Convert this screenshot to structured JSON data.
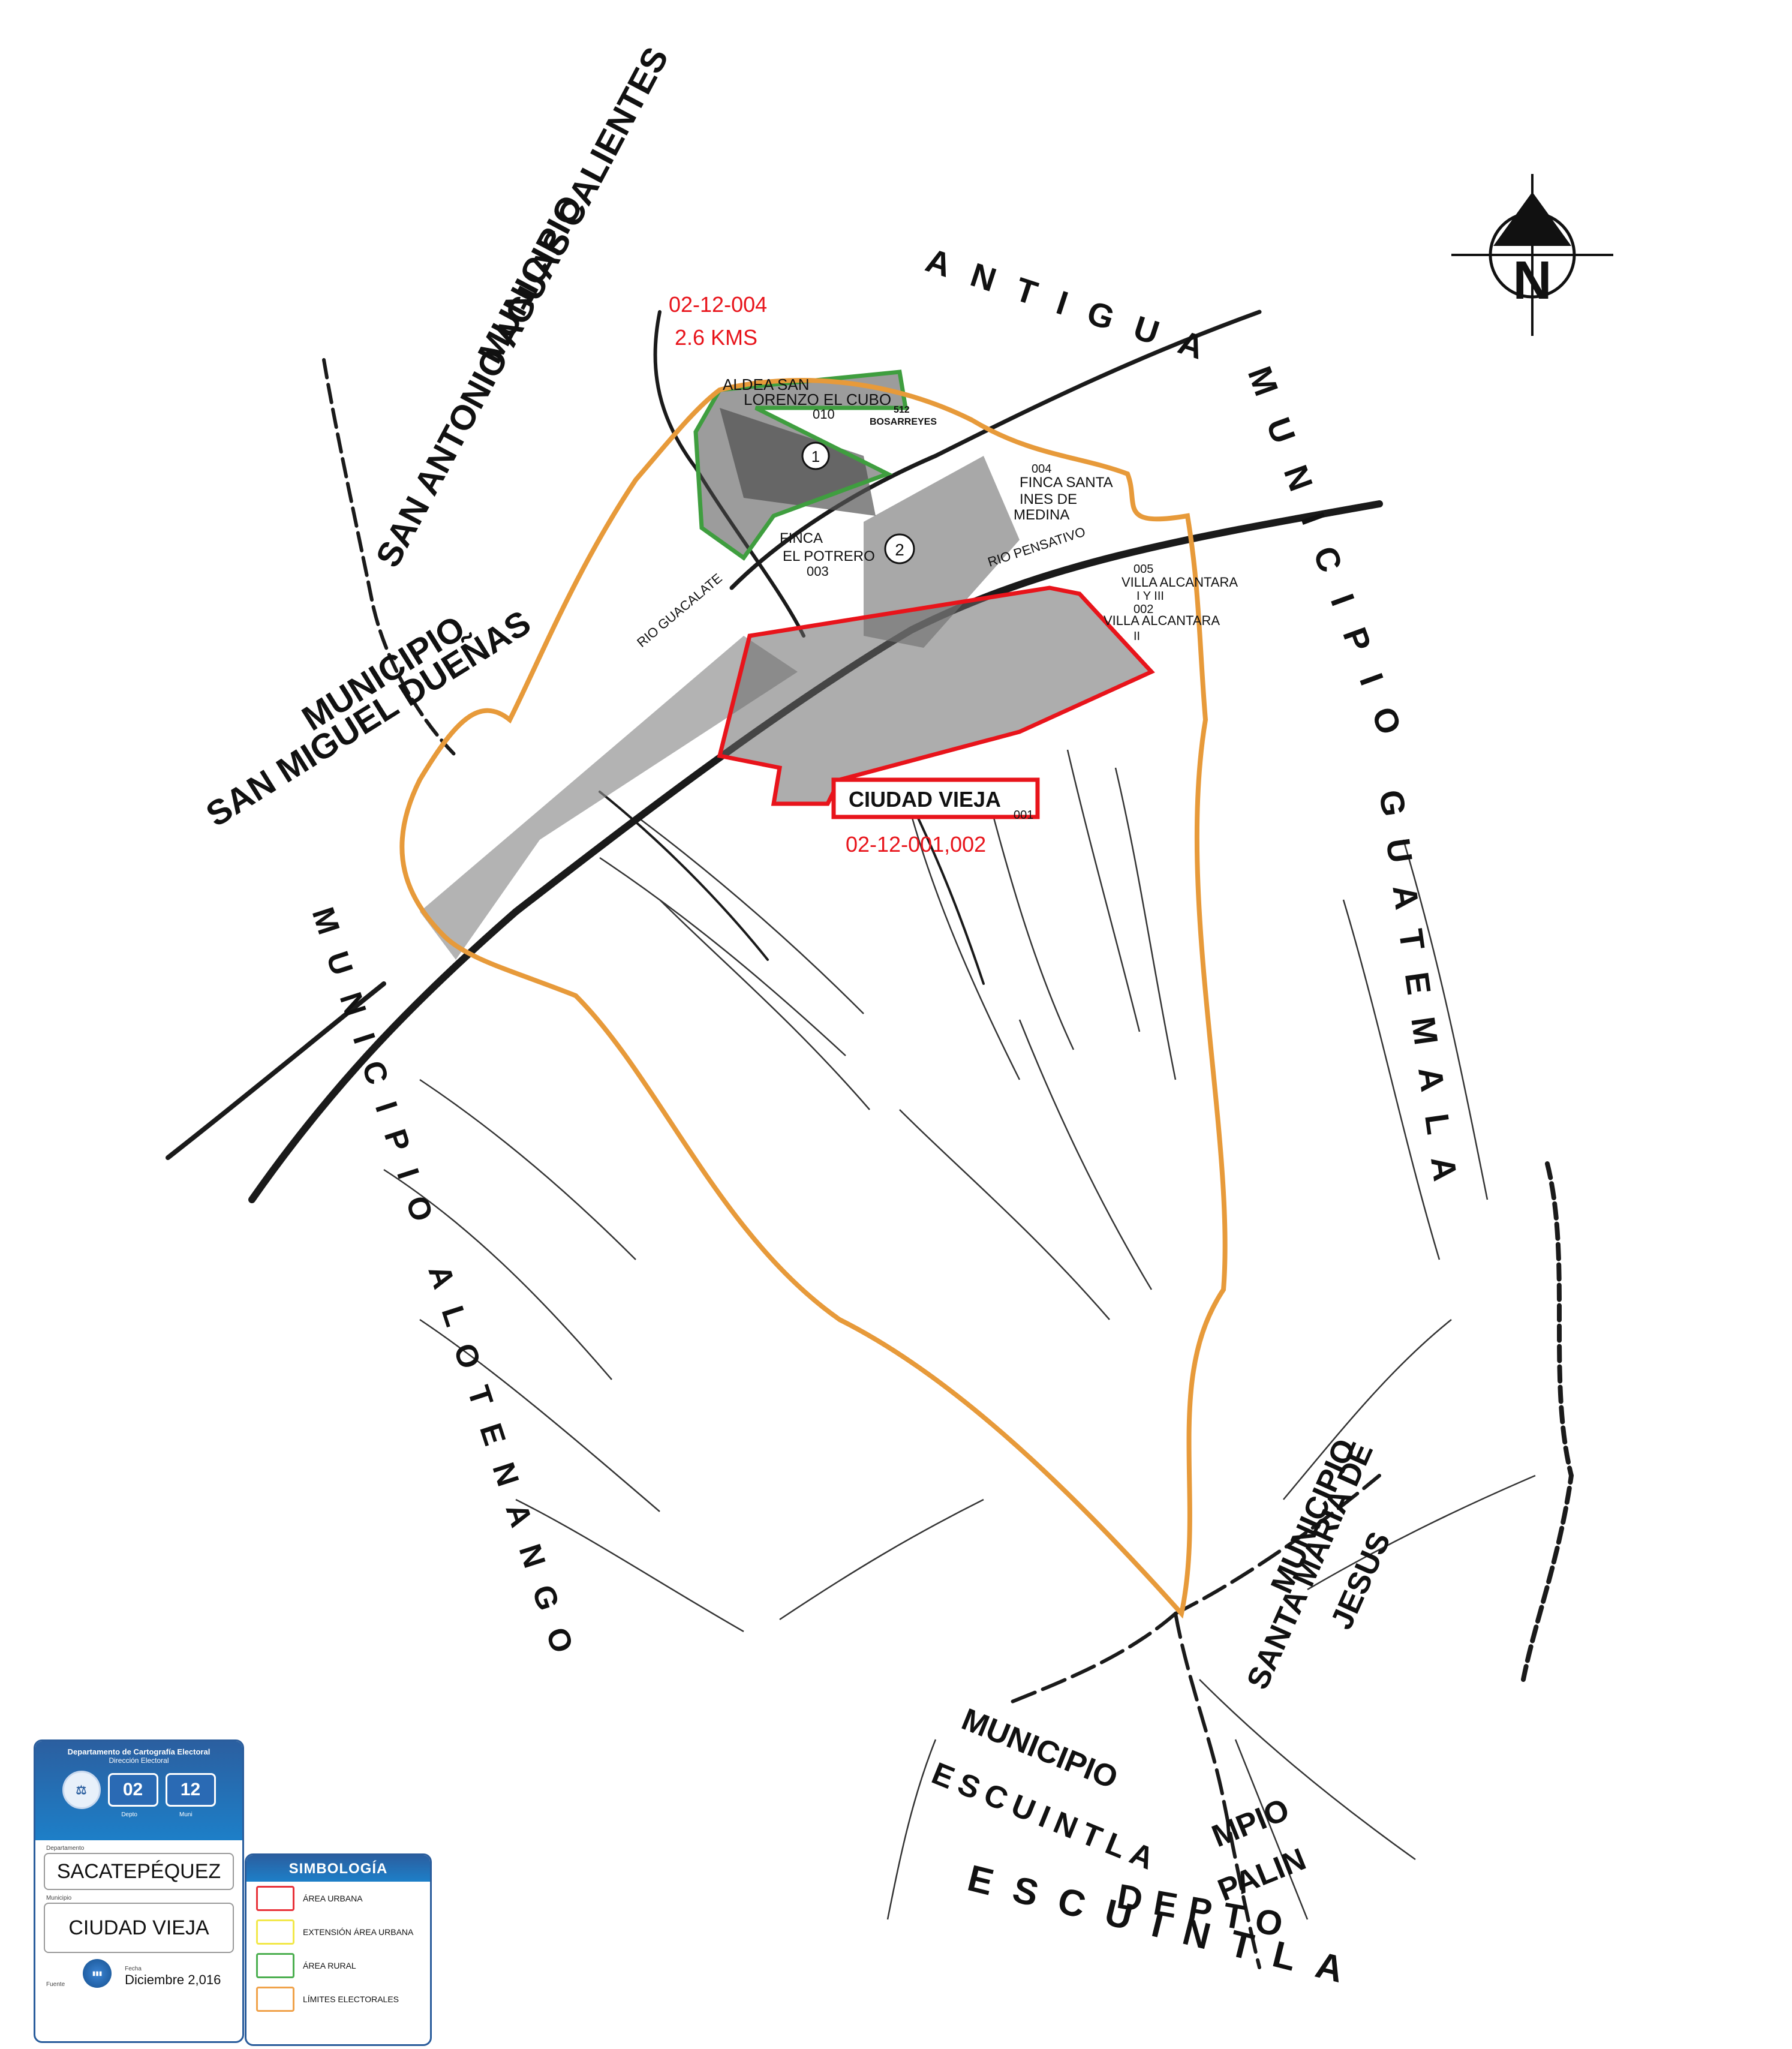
{
  "labels": {
    "antigua": "ANTIGUA",
    "muni_san_antonio_line1": "MUNICIPIO",
    "muni_san_antonio_line2": "SAN ANTONIO AGUAS CALIENTES",
    "muni_dueñas_line1": "MUNICIPIO",
    "muni_dueñas_line2": "SAN MIGUEL DUEÑAS",
    "muni_alotenango": "MUNICIPIO ALOTENANGO",
    "muni_guatemala_1": "MUNICIPIO",
    "muni_guatemala_2": "GUATEMALA",
    "muni_santa_maria_1": "MUNICIPIO",
    "muni_santa_maria_2": "SANTA MARIA DE",
    "muni_santa_maria_3": "JESUS",
    "muni_escuintla_1": "MUNICIPIO",
    "muni_escuintla_2": "ESCUINTLA",
    "mpio_palin_1": "MPIO",
    "mpio_palin_2": "PALIN",
    "depto_1": "DEPTO",
    "depto_2": "ESCUINTLA",
    "aldea_line1": "ALDEA  SAN",
    "aldea_line2": "LORENZO EL CUBO",
    "aldea_code": "010",
    "bosarreyes_num": "512",
    "bosarreyes": "BOSARREYES",
    "finca_santa_1": "004",
    "finca_santa_2": "FINCA  SANTA",
    "finca_santa_3": "INES DE",
    "finca_santa_4": "MEDINA",
    "finca_potrero_1": "FINCA",
    "finca_potrero_2": "EL  POTRERO",
    "finca_potrero_3": "003",
    "rio_pensativo": "RIO  PENSATIVO",
    "rio_guacalate": "RIO  GUACALATE",
    "villa_1": "005",
    "villa_2": "VILLA ALCANTARA",
    "villa_3": "I Y III",
    "villa_4": "002",
    "villa_5": "VILLA ALCANTARA",
    "villa_6": "II",
    "ciudad_vieja": "CIUDAD VIEJA",
    "ciudad_vieja_code": "001",
    "circle_1": "1",
    "circle_2": "2",
    "north": "N"
  },
  "red_labels": {
    "rural_code": "02-12-004",
    "rural_distance": "2.6 KMS",
    "urban_codes": "02-12-001,002"
  },
  "info_panel": {
    "title": "Departamento de Cartografía Electoral",
    "subtitle": "Dirección Electoral",
    "depto_code": "02",
    "muni_code": "12",
    "depto_caption": "Depto",
    "muni_caption": "Muni",
    "departamento_caption": "Departamento",
    "departamento": "SACATEPÉQUEZ",
    "municipio_caption": "Municipio",
    "municipio": "CIUDAD VIEJA",
    "fuente_caption": "Fuente",
    "fecha_caption": "Fecha",
    "fecha": "Diciembre 2,016"
  },
  "legend": {
    "title": "SIMBOLOGÍA",
    "items": [
      {
        "label": "ÁREA URBANA",
        "color": "#e8323a"
      },
      {
        "label": "EXTENSIÓN ÁREA URBANA",
        "color": "#f2e84a"
      },
      {
        "label": "ÁREA RURAL",
        "color": "#4caf50"
      },
      {
        "label": "LÍMITES ELECTORALES",
        "color": "#f0a24a"
      }
    ]
  },
  "colors": {
    "urban": "#e8141b",
    "rural": "#3f9e3f",
    "limits": "#e79a3a",
    "roads": "#1a1a1a"
  }
}
